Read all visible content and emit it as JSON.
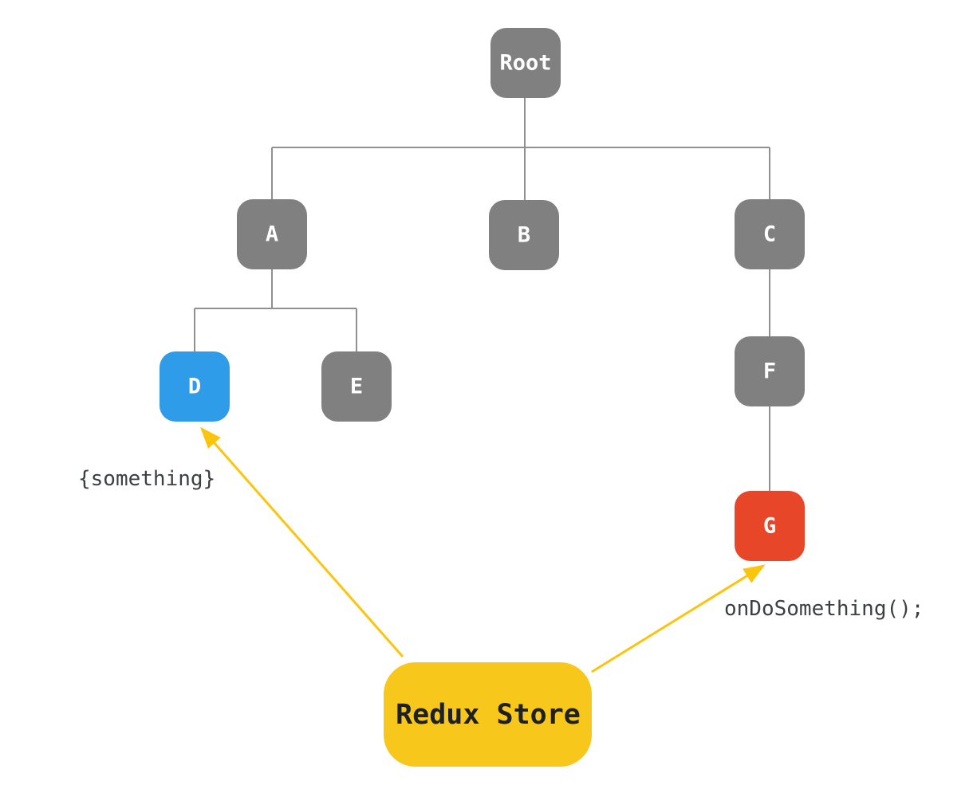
{
  "diagram": {
    "title": "react-component-tree-with-redux-store",
    "background": "#ffffff",
    "colors": {
      "node_gray": "#808080",
      "node_blue": "#2F9CEA",
      "node_red": "#E84628",
      "store_fill": "#F8C71B",
      "store_text": "#1D2127",
      "arrow_yellow": "#FBC40D",
      "connector_gray": "#909090",
      "annotation_text": "#3C4043",
      "node_text": "#FFFFFF"
    },
    "nodes": {
      "root": {
        "label": "Root",
        "color": "#808080"
      },
      "a": {
        "label": "A",
        "color": "#808080"
      },
      "b": {
        "label": "B",
        "color": "#808080"
      },
      "c": {
        "label": "C",
        "color": "#808080"
      },
      "d": {
        "label": "D",
        "color": "#2F9CEA"
      },
      "e": {
        "label": "E",
        "color": "#808080"
      },
      "f": {
        "label": "F",
        "color": "#808080"
      },
      "g": {
        "label": "G",
        "color": "#E84628"
      }
    },
    "edges": [
      {
        "from": "root",
        "to": "a"
      },
      {
        "from": "root",
        "to": "b"
      },
      {
        "from": "root",
        "to": "c"
      },
      {
        "from": "a",
        "to": "d"
      },
      {
        "from": "a",
        "to": "e"
      },
      {
        "from": "c",
        "to": "f"
      },
      {
        "from": "f",
        "to": "g"
      }
    ],
    "store": {
      "label": "Redux Store",
      "fill": "#F8C71B",
      "text_color": "#1D2127"
    },
    "arrows": {
      "color": "#FBC40D",
      "to_d": {
        "target": "d",
        "label": "{something}"
      },
      "to_g": {
        "target": "g",
        "label": "onDoSomething();"
      }
    }
  }
}
